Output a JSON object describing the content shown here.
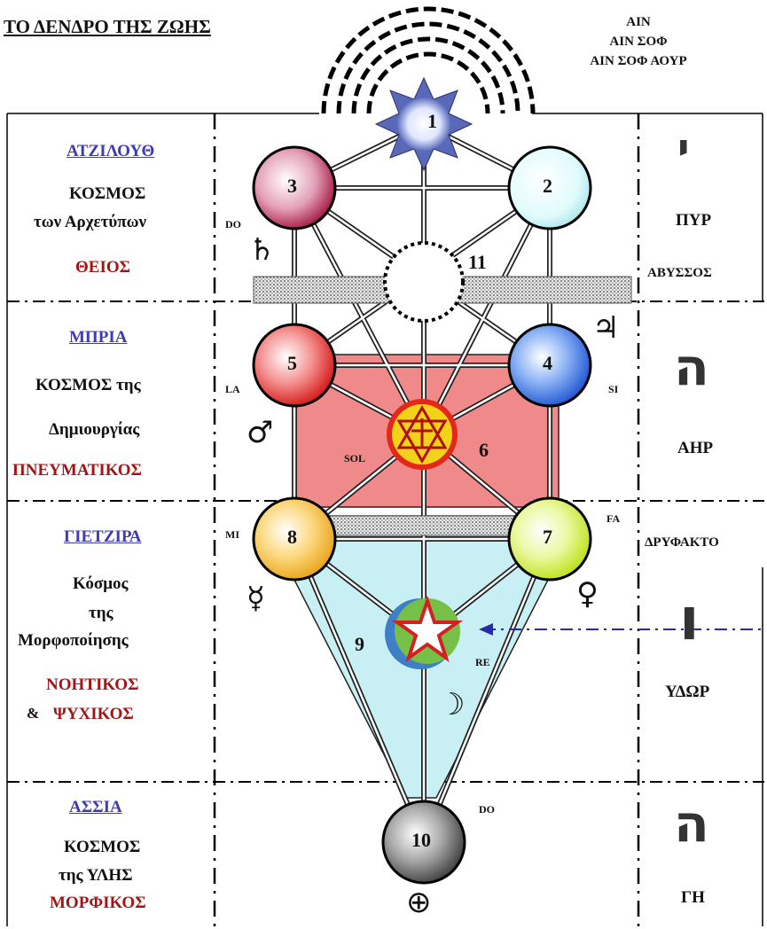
{
  "title": "ΤΟ ΔΕΝΔΡΟ ΤΗΣ ΖΩΗΣ",
  "ain": [
    "ΑΙΝ",
    "ΑΙΝ ΣΟΦ",
    "ΑΙΝ ΣΟΦ ΑΟΥΡ"
  ],
  "worlds": [
    {
      "name": "ΑΤΖΙΛΟΥΘ",
      "desc": [
        "ΚΟΣΜΟΣ",
        "των Αρχετύπων"
      ],
      "quality": [
        "ΘΕΙΟΣ"
      ],
      "element": "ΠΥΡ",
      "extra": "ΑΒΥΣΣΟΣ"
    },
    {
      "name": "ΜΠΡΙΑ",
      "desc": [
        "ΚΟΣΜΟΣ της",
        "Δημιουργίας"
      ],
      "quality": [
        "ΠΝΕΥΜΑΤΙΚΟΣ"
      ],
      "element": "ΑΗΡ"
    },
    {
      "name": "ΓΙΕΤΖΙΡΑ",
      "desc": [
        "Κόσμος",
        "της",
        "Μορφοποίησης"
      ],
      "quality": [
        "ΝΟΗΤΙΚΟΣ",
        "ΨΥΧΙΚΟΣ"
      ],
      "amp": "&",
      "element": "ΥΔΩΡ",
      "extra": "ΔΡΥΦΑΚΤΟ"
    },
    {
      "name": "ΑΣΣΙΑ",
      "desc": [
        "ΚΟΣΜΟΣ",
        "της ΥΛΗΣ"
      ],
      "quality": [
        "ΜΟΡΦΙΚΟΣ"
      ],
      "element": "ΓΗ"
    }
  ],
  "hebrew_letters": [
    "י",
    "ה",
    "ו",
    "ה"
  ],
  "sephiroth": [
    "1",
    "2",
    "3",
    "4",
    "5",
    "6",
    "7",
    "8",
    "9",
    "10",
    "11"
  ],
  "notes": {
    "do_top": "DO",
    "la": "LA",
    "si": "SI",
    "sol": "SOL",
    "mi": "MI",
    "fa": "FA",
    "re": "RE",
    "do_bottom": "DO"
  },
  "planets": {
    "saturn": "♄",
    "jupiter": "♃",
    "mars": "♂",
    "mercury": "☿",
    "venus": "♀",
    "moon": "☽",
    "earth": "⊕"
  },
  "colors": {
    "world_name": "#3b3bb3",
    "quality": "#a31515",
    "briah_panel": "#f08080",
    "yetzirah_panel": "#c8f0f4",
    "sephira_3": "#b0204a",
    "sephira_2": "#c8f4f6",
    "sephira_5": "#e02020",
    "sephira_4": "#2060e0",
    "sephira_8": "#f0b020",
    "sephira_7": "#c8e820",
    "sephira_10": "#505050"
  }
}
